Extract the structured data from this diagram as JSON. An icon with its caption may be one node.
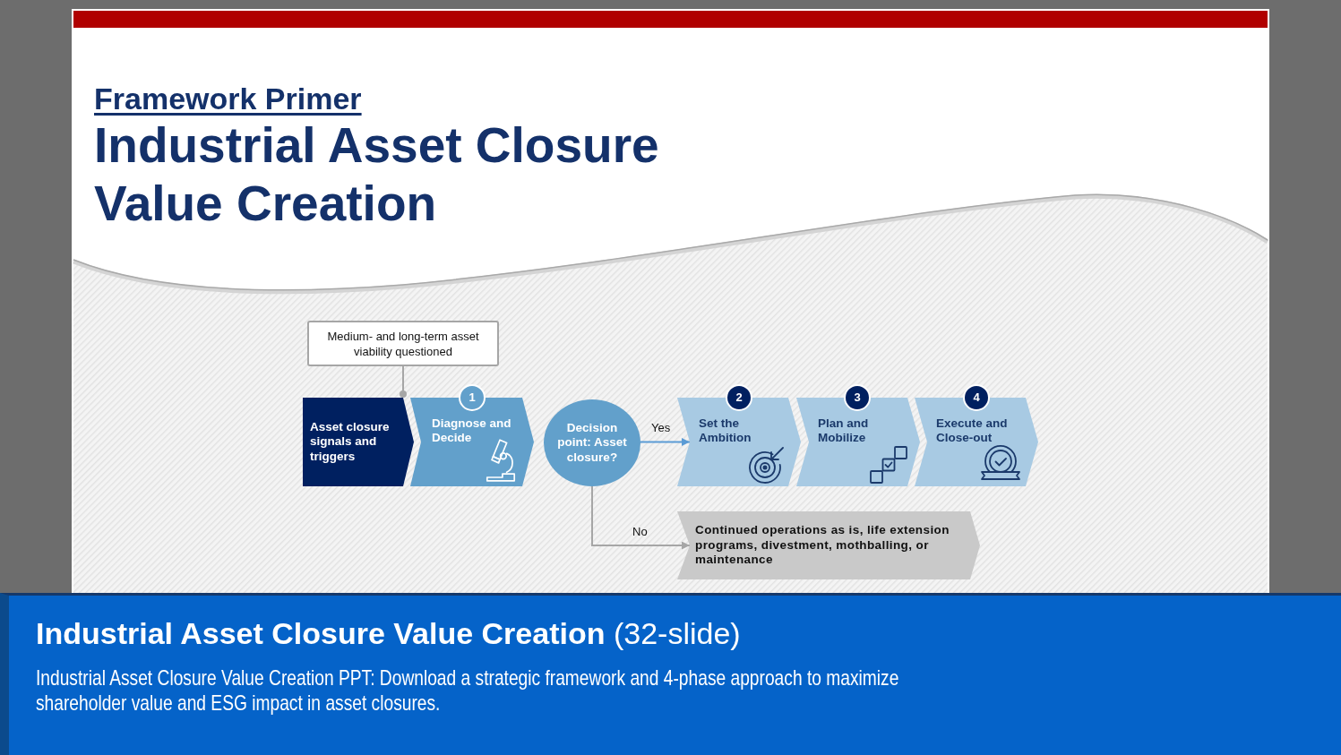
{
  "diagram": {
    "title": "Industrial Asset Closure Value Creation",
    "nodes": [
      {
        "text": [
          "Medium- and long-term asset viability questioned"
        ]
      },
      {
        "text": [
          "Asset closure signals and triggers"
        ]
      },
      {
        "text": [
          "1",
          "Diagnose and Decide"
        ]
      },
      {
        "text": [
          "Decision point: Asset closure?"
        ]
      },
      {
        "text": [
          "2",
          "Set the Ambition"
        ]
      },
      {
        "text": [
          "3",
          "Plan and Mobilize"
        ]
      },
      {
        "text": [
          "4",
          "Execute and Close-out"
        ]
      },
      {
        "text": [
          "Continued operations as is, life extension programs, divestment, mothballing, or maintenance"
        ]
      }
    ],
    "edges": [
      {
        "from": 0,
        "to": 1,
        "arrow": "other"
      },
      {
        "from": 3,
        "to": 4,
        "arrow": "to",
        "label": "Yes",
        "color": "#5b9bd5"
      },
      {
        "from": 3,
        "to": 7,
        "arrow": "to",
        "label": "No"
      }
    ],
    "labels": [
      "Framework Primer",
      "**Industrial Asset Closure Value Creation** (32-slide)",
      "Industrial Asset Closure Value Creation PPT: Download a strategic framework and 4-phase approach to maximize shareholder value and ESG impact in asset closures."
    ]
  }
}
